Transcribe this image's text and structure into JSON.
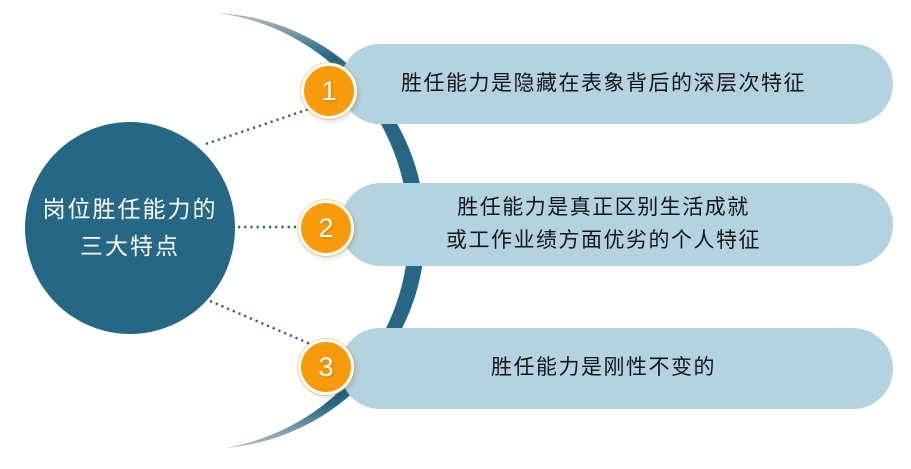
{
  "diagram": {
    "title_circle": {
      "line1": "岗位胜任能力的",
      "line2": "三大特点"
    },
    "items": [
      {
        "number": "1",
        "lines": [
          "胜任能力是隐藏在表象背后的深层次特征",
          ""
        ]
      },
      {
        "number": "2",
        "lines": [
          "胜任能力是真正区别生活成就",
          "或工作业绩方面优劣的个人特征"
        ]
      },
      {
        "number": "3",
        "lines": [
          "胜任能力是刚性不变的",
          ""
        ]
      }
    ],
    "colors": {
      "teal": "#266785",
      "light_blue": "#B4D3E0",
      "orange": "#F89B0A",
      "dotted_line": "#315D79",
      "arc_tip_gray": "#B9BFC2",
      "text_dark": "#151515",
      "text_white": "#FFFFFF"
    }
  }
}
